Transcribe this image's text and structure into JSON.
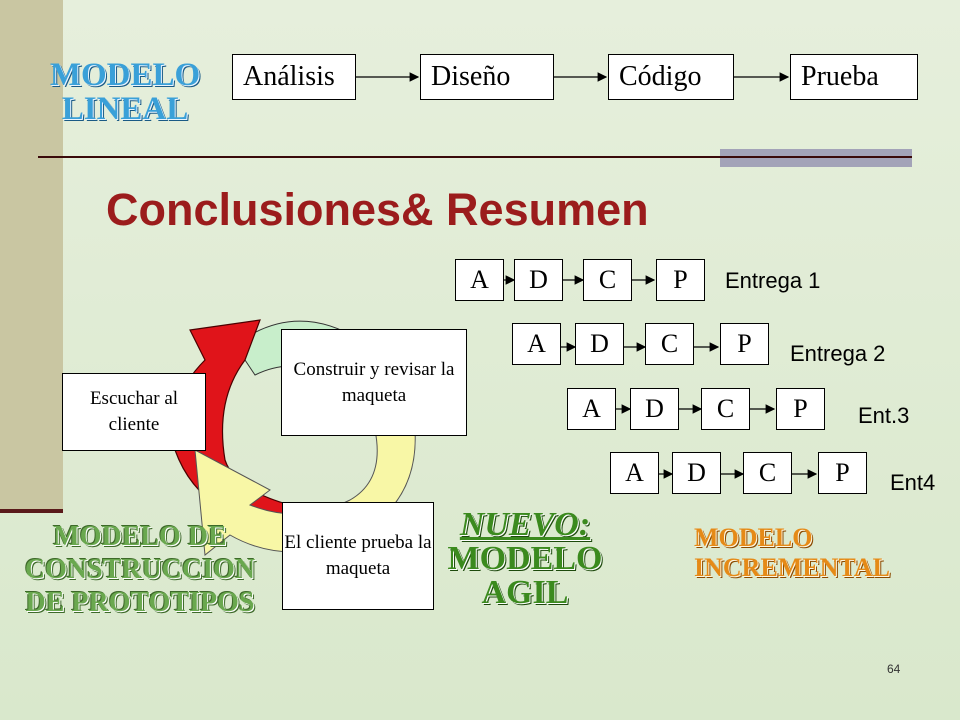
{
  "linear": {
    "label_line1": "MODELO",
    "label_line2": "LINEAL",
    "steps": [
      "Análisis",
      "Diseño",
      "Código",
      "Prueba"
    ]
  },
  "heading": "Conclusiones& Resumen",
  "incremental": {
    "rows": [
      {
        "letters": [
          "A",
          "D",
          "C",
          "P"
        ],
        "label": "Entrega 1"
      },
      {
        "letters": [
          "A",
          "D",
          "C",
          "P"
        ],
        "label": "Entrega 2"
      },
      {
        "letters": [
          "A",
          "D",
          "C",
          "P"
        ],
        "label": "Ent.3"
      },
      {
        "letters": [
          "A",
          "D",
          "C",
          "P"
        ],
        "label": "Ent4"
      }
    ],
    "label_line1": "MODELO",
    "label_line2": "INCREMENTAL"
  },
  "prototype": {
    "steps": {
      "listen": "Escuchar al cliente",
      "build": "Construir y revisar la maqueta",
      "test": "El cliente prueba la maqueta"
    },
    "label_line1": "MODELO DE",
    "label_line2": "CONSTRUCCION",
    "label_line3": "DE PROTOTIPOS"
  },
  "agile": {
    "line1": "NUEVO:",
    "line2": "MODELO",
    "line3": "AGIL"
  },
  "page_number": "64"
}
